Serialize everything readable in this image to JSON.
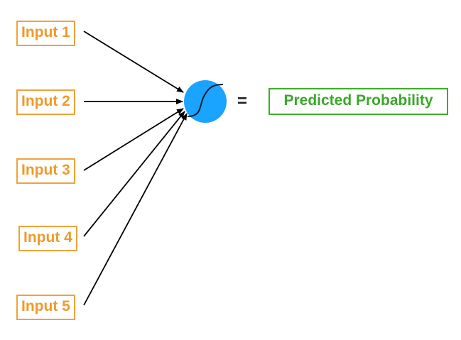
{
  "inputs": [
    {
      "label": "Input 1"
    },
    {
      "label": "Input 2"
    },
    {
      "label": "Input 3"
    },
    {
      "label": "Input 4"
    },
    {
      "label": "Input 5"
    }
  ],
  "operator": "=",
  "output": {
    "label": "Predicted Probability"
  },
  "colors": {
    "input": "#ef9a2c",
    "output": "#3aa72a",
    "node": "#1aa3ff",
    "arrow": "#000000"
  },
  "node_icon": "sigmoid-curve-icon"
}
